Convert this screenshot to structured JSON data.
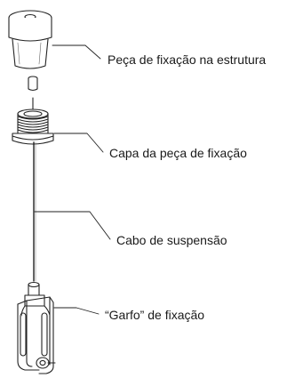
{
  "labels": {
    "structure_fixing_part": "Peça de fixação na estrutura",
    "fixing_part_cap": "Capa da peça de fixação",
    "suspension_cable": "Cabo de suspensão",
    "fixing_fork": "“Garfo” de fixação"
  }
}
